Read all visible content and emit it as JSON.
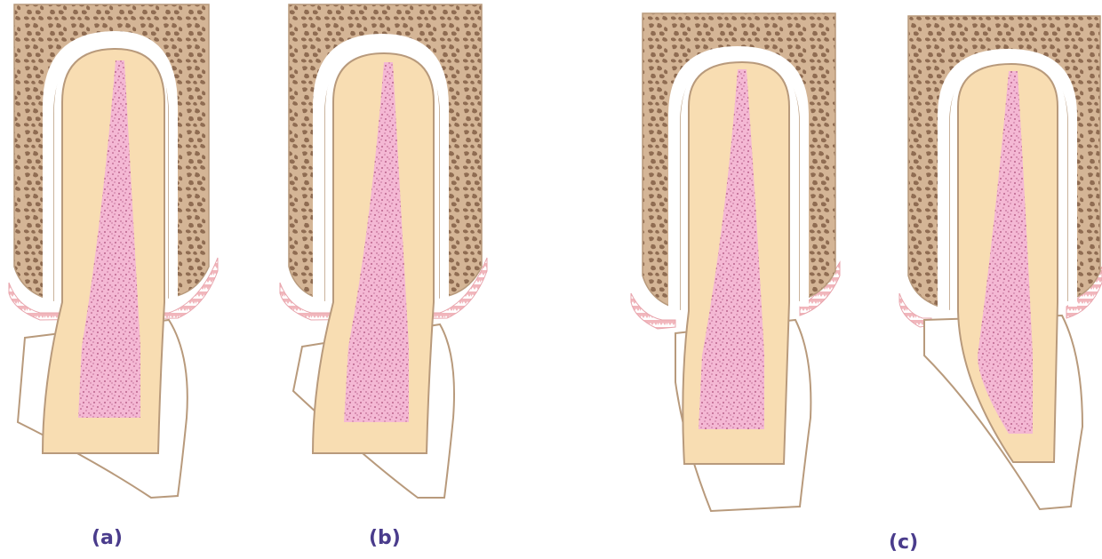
{
  "figure": {
    "labels": {
      "a": "(a)",
      "b": "(b)",
      "c": "(c)"
    }
  },
  "colors": {
    "bone_fill": "#c9a98a",
    "bone_pore": "#8f6c52",
    "dentin": "#f8ddb2",
    "enamel": "#ffffff",
    "outline": "#b89a7c",
    "pulp": "#f4b8d4",
    "pulp_dots": "#a84a78",
    "gingiva": "#f1b6bc",
    "label": "#4a3c8c"
  }
}
